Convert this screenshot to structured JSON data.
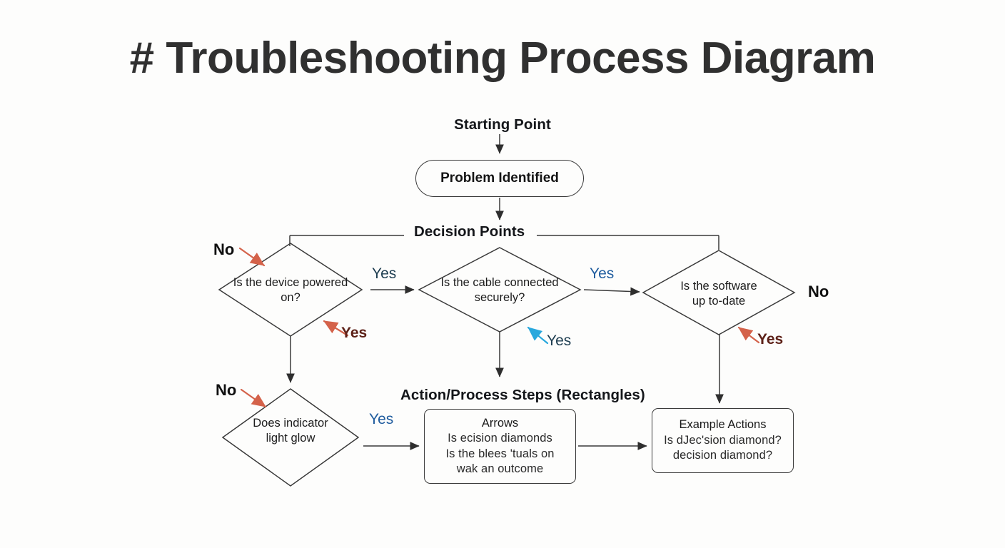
{
  "page": {
    "title": "# Troubleshooting Process Diagram",
    "background_color": "#fdfdfc"
  },
  "headings": {
    "starting_point": "Starting Point",
    "decision_points": "Decision Points",
    "action_steps": "Action/Process Steps (Rectangles)"
  },
  "nodes": {
    "problem_identified": {
      "label": "Problem Identified",
      "shape": "stadium"
    },
    "decision_device_powered": {
      "line1": "Is the device powered",
      "line2": "on?",
      "shape": "diamond"
    },
    "decision_cable_connected": {
      "line1": "Is the cable connected",
      "line2": "securely?",
      "shape": "diamond"
    },
    "decision_software_updated": {
      "line1": "Is the software",
      "line2": "up to-date",
      "shape": "diamond"
    },
    "decision_indicator_light": {
      "line1": "Does indicator",
      "line2": "light glow",
      "shape": "diamond"
    },
    "action_arrows": {
      "line1": "Arrows",
      "line2": "Is ecision diamonds",
      "line3": "Is the blees 'tuals on",
      "line4": "wak an outcome",
      "shape": "rounded-rectangle"
    },
    "action_example": {
      "line1": "Example Actions",
      "line2": "Is dJec'sion diamond?",
      "line3": "decision diamond?",
      "shape": "rounded-rectangle"
    }
  },
  "annotations": {
    "no_device_powered": "No",
    "yes_device_powered": "Yes",
    "yes_to_cable": "Yes",
    "yes_to_software": "Yes",
    "yes_cable_secure": "Yes",
    "no_software": "No",
    "yes_software": "Yes",
    "no_indicator_light": "No",
    "yes_indicator_light": "Yes"
  },
  "colors": {
    "stroke": "#3a3a3a",
    "title": "#303030",
    "annotation_red_arrow": "#d4624a",
    "annotation_cyan_arrow": "#29a8dd",
    "annotation_yes_maroon": "#5d2118",
    "annotation_yes_navy": "#1d3d50",
    "annotation_yes_blue": "#1f5c9e",
    "annotation_no_black": "#101010"
  }
}
